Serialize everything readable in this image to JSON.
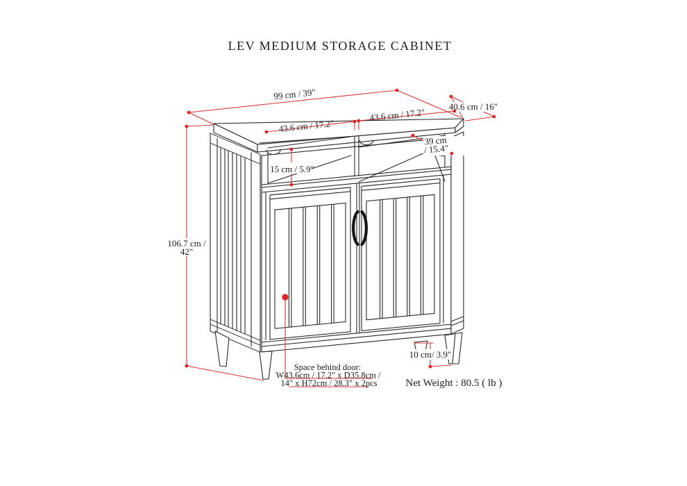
{
  "title": "LEV MEDIUM STORAGE CABINET",
  "colors": {
    "line": "#262626",
    "red": "#d63535",
    "dot": "#e32222",
    "background": "#ffffff"
  },
  "dimensions": {
    "overall_width": {
      "label": "99 cm / 39\""
    },
    "overall_depth": {
      "label": "40.6 cm / 16\""
    },
    "left_opening_width": {
      "label": "43.6 cm / 17.2\""
    },
    "right_opening_width": {
      "label": "43.6 cm / 17.2\""
    },
    "opening_depth": {
      "line1": "39 cm",
      "line2": "/ 15.4\""
    },
    "opening_height": {
      "label": "15 cm / 5.9\""
    },
    "overall_height": {
      "line1": "106.7 cm /",
      "line2": "42\""
    },
    "leg_height": {
      "label": "10 cm/ 3.9\""
    }
  },
  "notes": {
    "space_behind_door": {
      "line1": "Space behind door:",
      "line2": "W43.6cm / 17.2\" x D35.8cm /",
      "line3": "14\" x H72cm / 28.3\" x 2pcs"
    },
    "net_weight": "Net Weight : 80.5 ( lb )"
  }
}
